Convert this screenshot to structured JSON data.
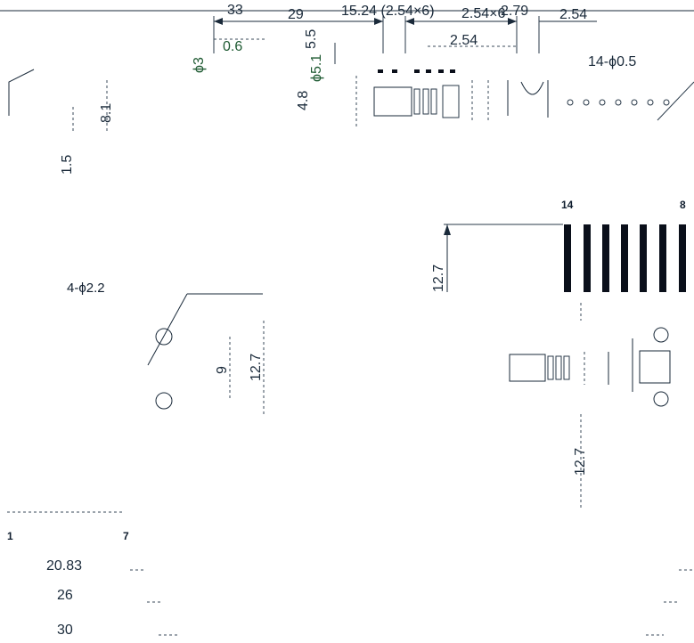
{
  "drawing": {
    "top_dims": {
      "d33": "33",
      "d29": "29",
      "d15_24": "15.24 (2.54×6)",
      "d2_54_x6": "2.54×6",
      "d2_79": "2.79",
      "d2_54_top": "2.54",
      "d2_54_mid": "2.54"
    },
    "left_dims": {
      "phi3": "ϕ3",
      "d0_6": "0.6",
      "d1_5": "1.5",
      "d8_1": "8.1",
      "d5_5": "5.5",
      "phi5_1": "ϕ5.1",
      "d4_8": "4.8"
    },
    "holes_label": "14-ϕ0.5",
    "pin_first": "14",
    "pin_last": "8",
    "side_dim": "12.7",
    "mount_holes_label": "4-ϕ2.2",
    "d9": "9",
    "d12_7_front": "12.7",
    "d12_7_right": "12.7",
    "bottom_pin_first": "1",
    "bottom_pin_last": "7",
    "d20_83": "20.83",
    "d26": "26",
    "d30": "30"
  },
  "colors": {
    "line": "#1a2a3a",
    "green_text": "#1e5a32",
    "pin_fill": "#0a0f1a"
  }
}
